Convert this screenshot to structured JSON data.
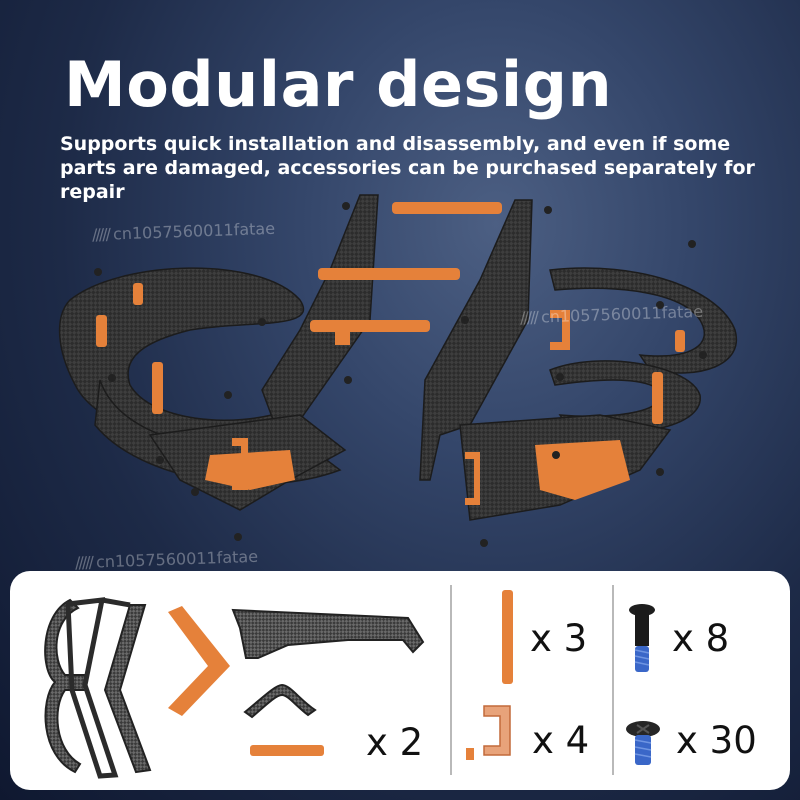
{
  "header": {
    "title": "Modular design",
    "subtitle": "Supports quick installation and disassembly, and even if some parts are damaged, accessories can be purchased separately for repair"
  },
  "watermark": {
    "stripes": "/////",
    "text": "cn1057560011fatae"
  },
  "parts_panel": {
    "frame_set": {
      "quantity": "x 2"
    },
    "rods": {
      "quantity": "x 3"
    },
    "brackets": {
      "quantity": "x 4"
    },
    "long_screws": {
      "quantity": "x 8"
    },
    "short_screws": {
      "quantity": "x 30"
    }
  },
  "colors": {
    "accent_orange": "#e5813a",
    "carbon_dark": "#3b3b3b",
    "background_navy": "#1d2a47",
    "screw_blue": "#3a67c8"
  },
  "icons": [
    "carbon-frame-icon",
    "orange-brace-icon",
    "carbon-rail-icon",
    "orange-rod-icon",
    "orange-bracket-icon",
    "long-screw-icon",
    "short-screw-icon"
  ]
}
